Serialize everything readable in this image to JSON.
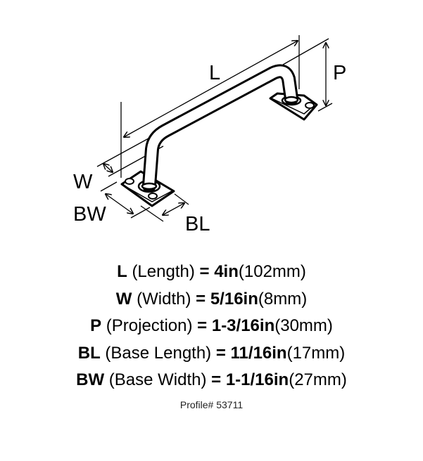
{
  "diagram": {
    "labels": {
      "L": "L",
      "P": "P",
      "W": "W",
      "BW": "BW",
      "BL": "BL"
    }
  },
  "specs": [
    {
      "code": "L",
      "name": "(Length)",
      "eq": "=",
      "value": "4in",
      "metric": "(102mm)"
    },
    {
      "code": "W",
      "name": "(Width)",
      "eq": "=",
      "value": "5/16in",
      "metric": "(8mm)"
    },
    {
      "code": "P",
      "name": "(Projection)",
      "eq": "=",
      "value": "1-3/16in",
      "metric": "(30mm)"
    },
    {
      "code": "BL",
      "name": "(Base Length)",
      "eq": "=",
      "value": "11/16in",
      "metric": "(17mm)"
    },
    {
      "code": "BW",
      "name": "(Base Width)",
      "eq": "=",
      "value": "1-1/16in",
      "metric": "(27mm)"
    }
  ],
  "profile": "Profile# 53711"
}
